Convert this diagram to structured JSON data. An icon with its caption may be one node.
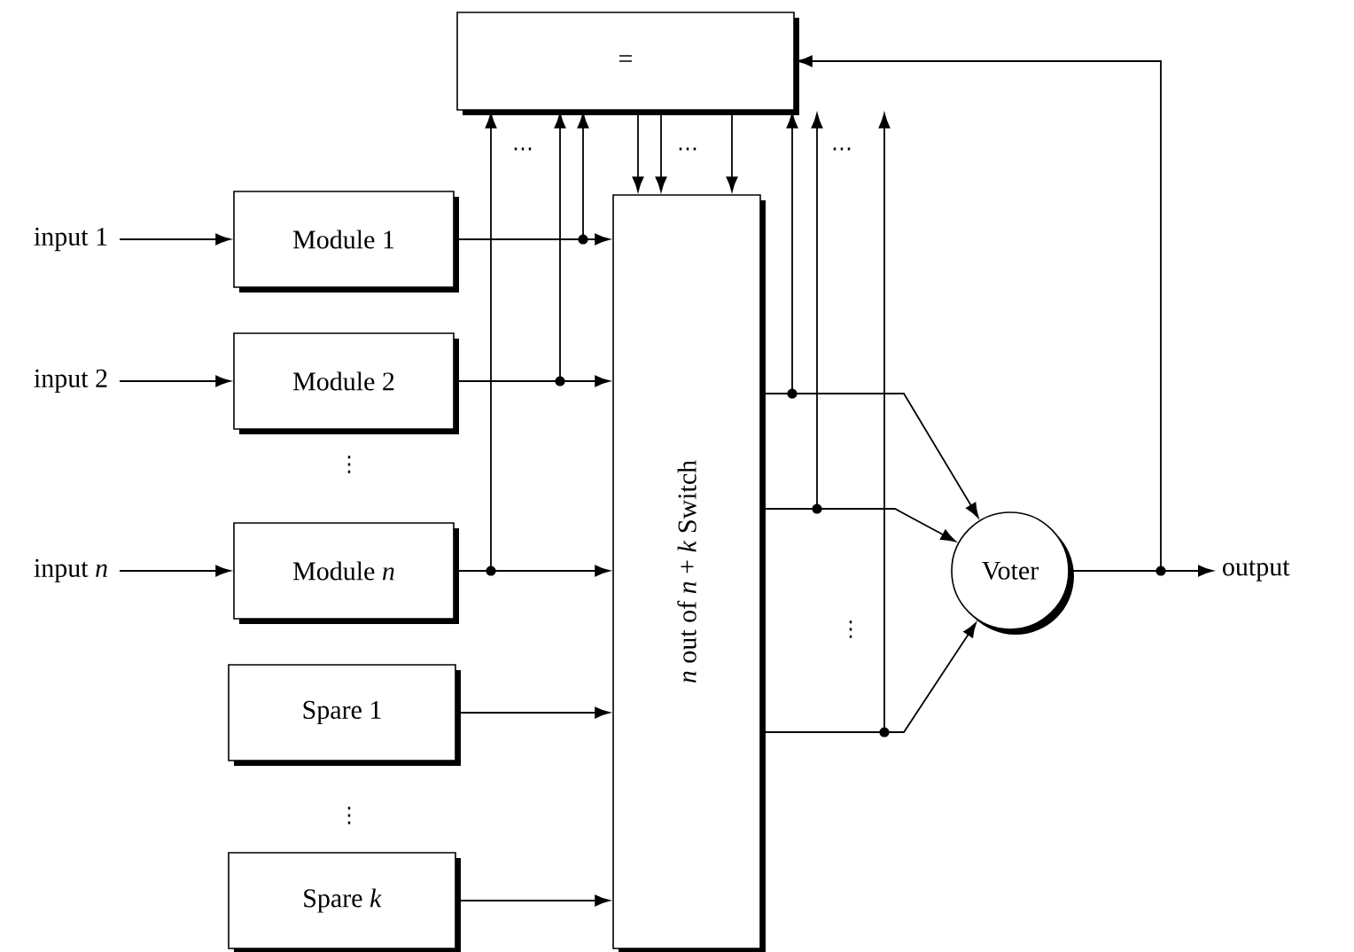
{
  "diagram": {
    "nodes": [
      {
        "text": [
          "="
        ]
      },
      {
        "text": [
          "input 1"
        ]
      },
      {
        "text": [
          "Module 1"
        ]
      },
      {
        "text": [
          "input 2"
        ]
      },
      {
        "text": [
          "Module 2"
        ]
      },
      {
        "text": [
          "input *n*"
        ]
      },
      {
        "text": [
          "Module *n*"
        ]
      },
      {
        "text": [
          "Spare 1"
        ]
      },
      {
        "text": [
          "Spare *k*"
        ]
      },
      {
        "text": [
          "*n* out of *n* + *k* Switch"
        ]
      },
      {
        "text": [
          "Voter"
        ]
      },
      {
        "text": [
          "output"
        ]
      }
    ],
    "edges": [
      {
        "from": 1,
        "to": 2,
        "arrow": "to"
      },
      {
        "from": 3,
        "to": 4,
        "arrow": "to"
      },
      {
        "from": 5,
        "to": 6,
        "arrow": "to"
      },
      {
        "from": 2,
        "to": 9,
        "arrow": "to"
      },
      {
        "from": 4,
        "to": 9,
        "arrow": "to"
      },
      {
        "from": 6,
        "to": 9,
        "arrow": "to"
      },
      {
        "from": 7,
        "to": 9,
        "arrow": "to"
      },
      {
        "from": 8,
        "to": 9,
        "arrow": "to"
      },
      {
        "from": 2,
        "to": 0,
        "arrow": "to"
      },
      {
        "from": 4,
        "to": 0,
        "arrow": "to"
      },
      {
        "from": 6,
        "to": 0,
        "arrow": "to"
      },
      {
        "from": 0,
        "to": 9,
        "arrow": "to"
      },
      {
        "from": 0,
        "to": 9,
        "arrow": "to"
      },
      {
        "from": 0,
        "to": 9,
        "arrow": "to"
      },
      {
        "from": 9,
        "to": 10,
        "arrow": "to"
      },
      {
        "from": 9,
        "to": 10,
        "arrow": "to"
      },
      {
        "from": 9,
        "to": 10,
        "arrow": "to"
      },
      {
        "from": 9,
        "to": 0,
        "arrow": "to"
      },
      {
        "from": 9,
        "to": 0,
        "arrow": "to"
      },
      {
        "from": 9,
        "to": 0,
        "arrow": "to"
      },
      {
        "from": 10,
        "to": 11,
        "arrow": "to"
      },
      {
        "from": 10,
        "to": 0,
        "arrow": "to"
      }
    ],
    "labels": [
      "…",
      "…",
      "…",
      "⋮",
      "⋮",
      "⋮"
    ]
  }
}
